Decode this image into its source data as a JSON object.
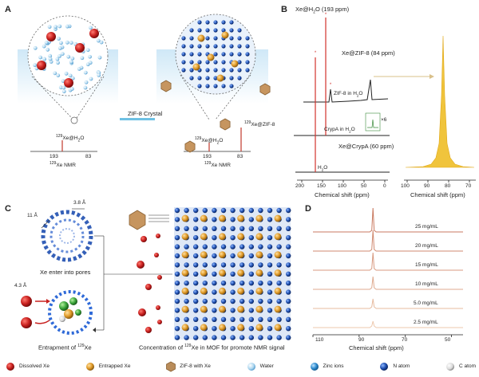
{
  "panel_a": {
    "letter": "A",
    "crystal_label": "ZIF-8 Crystal",
    "left_peak": "129Xe@H2O",
    "left_ticks": [
      "193",
      "83"
    ],
    "left_axis": "129Xe NMR",
    "right_peak_zif": "129Xe@ZIF-8",
    "right_peak_h2o": "129Xe@H2O",
    "right_ticks": [
      "193",
      "83"
    ],
    "right_axis": "129Xe NMR"
  },
  "panel_b": {
    "letter": "B",
    "peak_h2o": "Xe@H2O (193 ppm)",
    "peak_zif": "Xe@ZIF-8 (84 ppm)",
    "trace_zif": "ZIF-8 in H2O",
    "trace_crypa": "CrypA in H2O",
    "peak_crypa": "Xe@CrypA (60 ppm)",
    "trace_h2o": "H2O",
    "inset_label": "×6",
    "axis_ticks": [
      "200",
      "150",
      "100",
      "50",
      "0"
    ],
    "axis_label": "Chemical shift (ppm)",
    "zoom_ticks": [
      "100",
      "90",
      "80",
      "70"
    ],
    "zoom_axis_label": "Chemical shift (ppm)"
  },
  "panel_c": {
    "letter": "C",
    "dim_large": "11 Å",
    "dim_small": "3.8 Å",
    "dim_xe": "4.3 Å",
    "pores_caption": "Xe enter into pores",
    "entrapment_caption": "Entrapment of 129Xe",
    "concentration_caption": "Concentration of 129Xe in MOF for promote NMR signal"
  },
  "panel_d": {
    "letter": "D",
    "concentrations": [
      "25 mg/mL",
      "20 mg/mL",
      "15 mg/mL",
      "10 mg/mL",
      "5.0 mg/mL",
      "2.5 mg/mL"
    ],
    "axis_ticks": [
      "110",
      "90",
      "70",
      "50"
    ],
    "axis_label": "Chemical shift (ppm)"
  },
  "legend": [
    {
      "label": "Dissolved Xe",
      "icon": "red-sphere-icon",
      "color": "#c8201f"
    },
    {
      "label": "Entrapped Xe",
      "icon": "orange-sphere-icon",
      "color": "#e09a28"
    },
    {
      "label": "ZIF-8 with Xe",
      "icon": "zif-crystal-icon",
      "color": "#b98c5a"
    },
    {
      "label": "Water",
      "icon": "water-icon",
      "color": "#a9d4ee"
    },
    {
      "label": "Zinc ions",
      "icon": "zinc-icon",
      "color": "#2f8ccf"
    },
    {
      "label": "N atom",
      "icon": "n-atom-icon",
      "color": "#1c3f9a"
    },
    {
      "label": "C atom",
      "icon": "c-atom-icon",
      "color": "#d9d9d9"
    }
  ],
  "colors": {
    "xe_red": "#c8201f",
    "xe_orange": "#e09a28",
    "mof_blue": "#1f4fb0",
    "spectrum_gold": "#f0c43c",
    "water_blue": "#bfe0f4",
    "d_line": "#d9a98f"
  }
}
